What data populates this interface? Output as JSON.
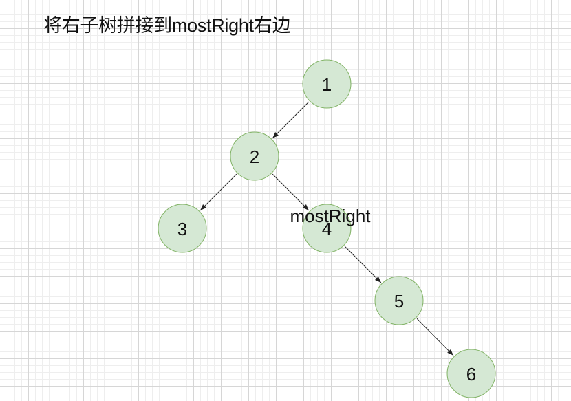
{
  "diagram": {
    "title": "将右子树拼接到mostRight右边",
    "node_fill": "#d5e8d4",
    "node_stroke": "#82b366",
    "edge_color": "#222222",
    "nodes": [
      {
        "id": "n1",
        "label": "1"
      },
      {
        "id": "n2",
        "label": "2"
      },
      {
        "id": "n3",
        "label": "3"
      },
      {
        "id": "n4",
        "label": "4"
      },
      {
        "id": "n5",
        "label": "5"
      },
      {
        "id": "n6",
        "label": "6"
      }
    ],
    "edges": [
      {
        "from": "n1",
        "to": "n2"
      },
      {
        "from": "n2",
        "to": "n3"
      },
      {
        "from": "n2",
        "to": "n4"
      },
      {
        "from": "n4",
        "to": "n5"
      },
      {
        "from": "n5",
        "to": "n6"
      }
    ],
    "annotation": {
      "target": "n4",
      "text": "mostRight"
    }
  }
}
